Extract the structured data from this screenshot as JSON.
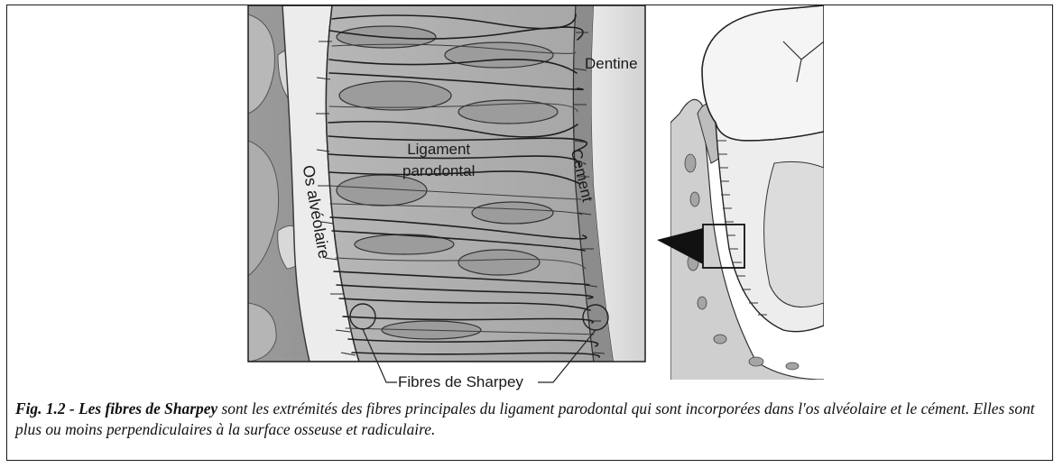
{
  "figure": {
    "labels": {
      "dentine": "Dentine",
      "ligament_line1": "Ligament",
      "ligament_line2": "parodontal",
      "os_alveolaire": "Os alvéolaire",
      "cement": "Cément",
      "sharpey": "Fibres de Sharpey"
    }
  },
  "caption": {
    "title": "Fig. 1.2 - Les fibres de Sharpey",
    "body": " sont les extrémités des fibres principales du ligament parodontal qui sont incorporées dans l'os alvéolaire et le cément. Elles sont plus ou moins perpendiculaires à la surface osseuse et radiculaire."
  }
}
